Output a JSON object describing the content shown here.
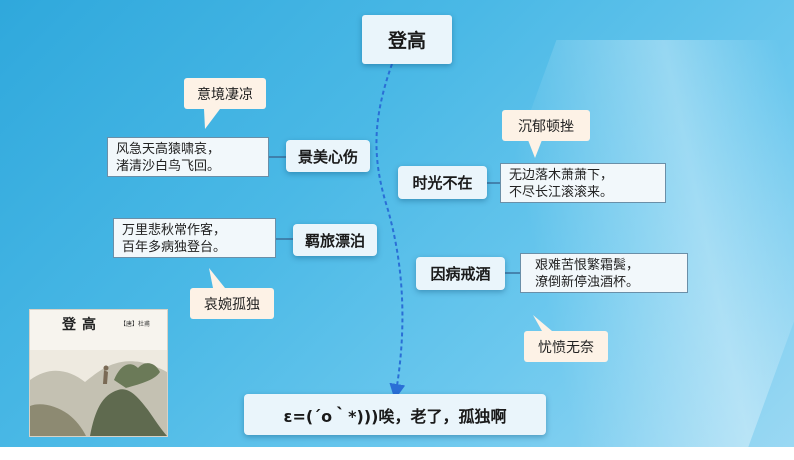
{
  "root": {
    "label": "登高"
  },
  "left_branches": [
    {
      "label": "景美心伤",
      "poem": "风急天高猿啸哀，\n渚清沙白鸟飞回。",
      "callout": "意境凄凉"
    },
    {
      "label": "羁旅漂泊",
      "poem": "万里悲秋常作客，\n百年多病独登台。",
      "callout": "哀婉孤独"
    }
  ],
  "right_branches": [
    {
      "label": "时光不在",
      "poem": "无边落木萧萧下，\n不尽长江滚滚来。",
      "callout": "沉郁顿挫"
    },
    {
      "label": "因病戒酒",
      "poem": "艰难苦恨繁霜鬓，\n潦倒新停浊酒杯。",
      "callout": "忧愤无奈"
    }
  ],
  "conclusion": {
    "label": "ε=(´ο｀*)))唉，老了，孤独啊"
  },
  "picture": {
    "title": "登高",
    "author": "【唐】杜甫"
  },
  "colors": {
    "background": "#4bb9e6",
    "node": "#eaf5fb",
    "callout": "#fdf2e6",
    "dashed_arrow": "#2a6fd6"
  }
}
